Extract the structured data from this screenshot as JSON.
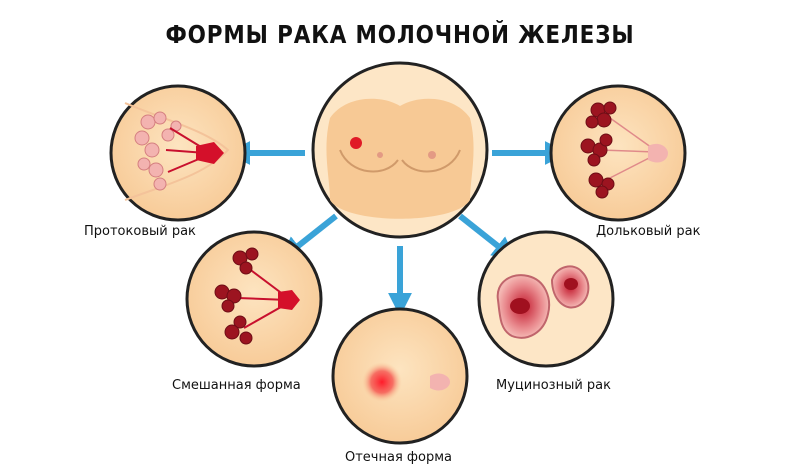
{
  "title": "ФОРМЫ РАКА МОЛОЧНОЙ ЖЕЛЕЗЫ",
  "labels": {
    "ductal": "Протоковый рак",
    "lobular": "Дольковый рак",
    "mixed": "Смешанная форма",
    "mucinous": "Муцинозный рак",
    "edematous": "Отечная форма"
  },
  "colors": {
    "skin": "#fad3a1",
    "skin_light": "#fde6c6",
    "outline": "#222222",
    "arrow": "#3aa3d8",
    "tumor": "#d4102a",
    "lobule_dark": "#9c1420",
    "lobule_pink": "#f3b3b0"
  },
  "icons": [
    "torso-center",
    "ductal-breast-circle",
    "lobular-breast-circle",
    "mixed-breast-circle",
    "mucinous-cells-circle",
    "edematous-breast-circle"
  ]
}
